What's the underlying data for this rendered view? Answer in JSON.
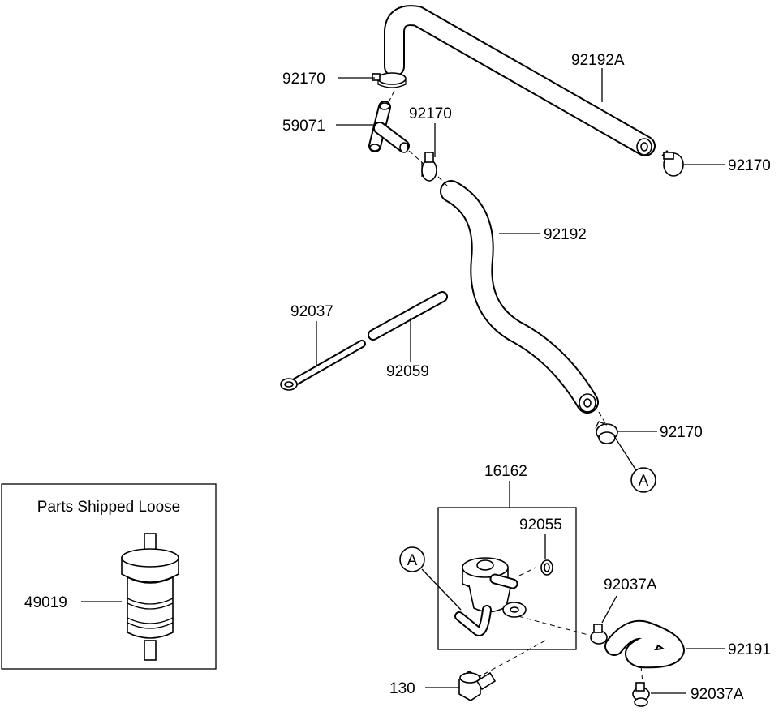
{
  "diagram": {
    "labels": {
      "p92170_a": "92170",
      "p92192A": "92192A",
      "p59071": "59071",
      "p92170_b": "92170",
      "p92170_c": "92170",
      "p92192": "92192",
      "p92037": "92037",
      "p92059": "92059",
      "p92170_d": "92170",
      "p16162": "16162",
      "p92055": "92055",
      "p92037A_a": "92037A",
      "p92191": "92191",
      "p130": "130",
      "p92037A_b": "92037A",
      "p49019": "49019"
    },
    "callouts": {
      "a_upper": "A",
      "a_lower": "A"
    },
    "box_title": "Parts Shipped Loose"
  }
}
